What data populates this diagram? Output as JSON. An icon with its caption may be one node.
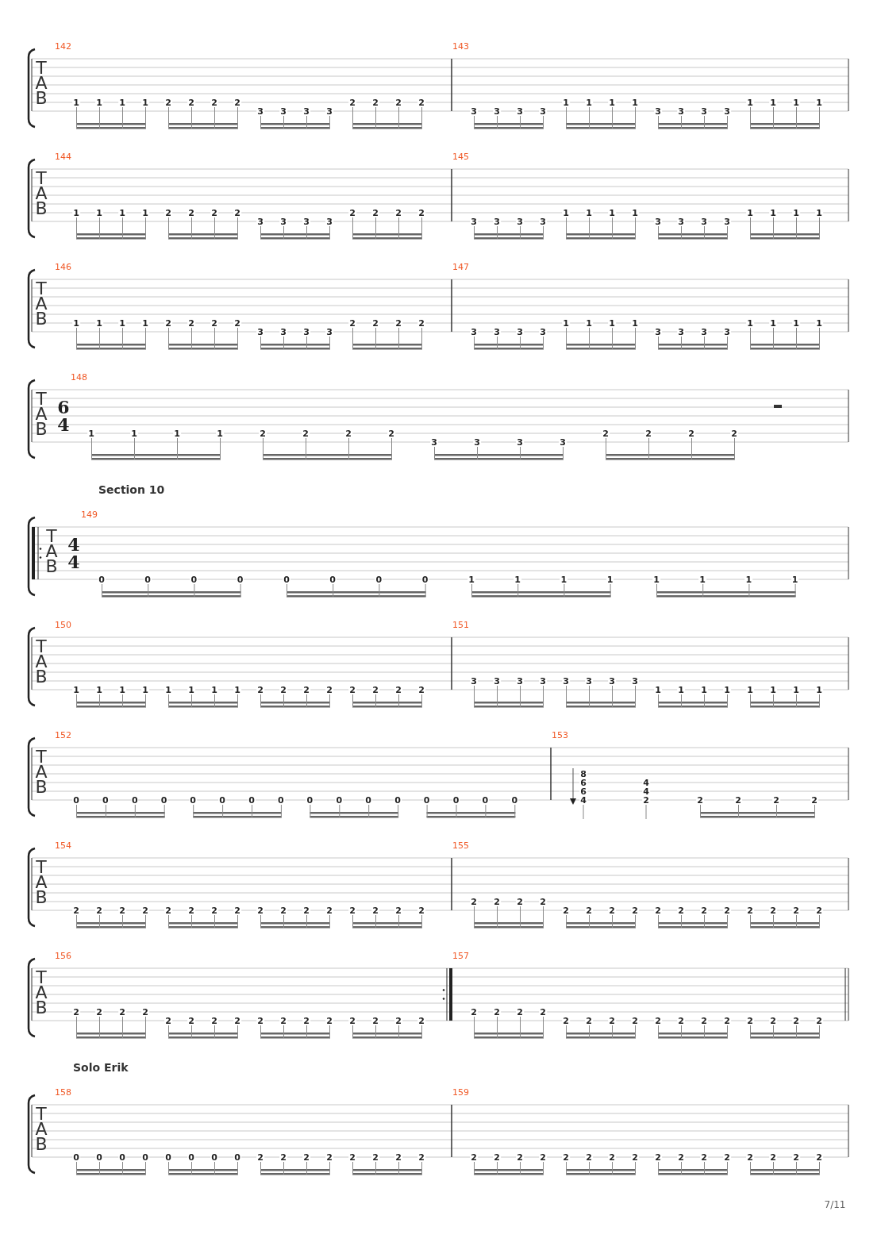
{
  "diagram": {
    "labels": [
      "142",
      "T",
      "A",
      "B",
      "1",
      "1",
      "1",
      "1",
      "2",
      "2",
      "2",
      "2",
      "3",
      "3",
      "3",
      "3",
      "2",
      "2",
      "2",
      "2",
      "143",
      "3",
      "3",
      "3",
      "3",
      "1",
      "1",
      "1",
      "1",
      "3",
      "3",
      "3",
      "3",
      "1",
      "1",
      "1",
      "1",
      "144",
      "T",
      "A",
      "B",
      "1",
      "1",
      "1",
      "1",
      "2",
      "2",
      "2",
      "2",
      "3",
      "3",
      "3",
      "3",
      "2",
      "2",
      "2",
      "2",
      "145",
      "3",
      "3",
      "3",
      "3",
      "1",
      "1",
      "1",
      "1",
      "3",
      "3",
      "3",
      "3",
      "1",
      "1",
      "1",
      "1",
      "146",
      "T",
      "A",
      "B",
      "1",
      "1",
      "1",
      "1",
      "2",
      "2",
      "2",
      "2",
      "3",
      "3",
      "3",
      "3",
      "2",
      "2",
      "2",
      "2",
      "147",
      "3",
      "3",
      "3",
      "3",
      "1",
      "1",
      "1",
      "1",
      "3",
      "3",
      "3",
      "3",
      "1",
      "1",
      "1",
      "1",
      "148",
      "T",
      "A",
      "B",
      "6",
      "4",
      "1",
      "1",
      "1",
      "1",
      "2",
      "2",
      "2",
      "2",
      "3",
      "3",
      "3",
      "3",
      "2",
      "2",
      "2",
      "2",
      "Section 10",
      "149",
      "T",
      "A",
      "B",
      "4",
      "4",
      "0",
      "0",
      "0",
      "0",
      "0",
      "0",
      "0",
      "0",
      "1",
      "1",
      "1",
      "1",
      "1",
      "1",
      "1",
      "1",
      "150",
      "T",
      "A",
      "B",
      "1",
      "1",
      "1",
      "1",
      "1",
      "1",
      "1",
      "1",
      "2",
      "2",
      "2",
      "2",
      "2",
      "2",
      "2",
      "2",
      "151",
      "3",
      "3",
      "3",
      "3",
      "3",
      "3",
      "3",
      "3",
      "1",
      "1",
      "1",
      "1",
      "1",
      "1",
      "1",
      "1",
      "152",
      "T",
      "A",
      "B",
      "0",
      "0",
      "0",
      "0",
      "0",
      "0",
      "0",
      "0",
      "0",
      "0",
      "0",
      "0",
      "0",
      "0",
      "0",
      "0",
      "153",
      "8",
      "6",
      "6",
      "4",
      "4",
      "4",
      "2",
      "2",
      "2",
      "2",
      "2",
      "154",
      "T",
      "A",
      "B",
      "2",
      "2",
      "2",
      "2",
      "2",
      "2",
      "2",
      "2",
      "2",
      "2",
      "2",
      "2",
      "2",
      "2",
      "2",
      "2",
      "155",
      "2",
      "2",
      "2",
      "2",
      "2",
      "2",
      "2",
      "2",
      "2",
      "2",
      "2",
      "2",
      "2",
      "2",
      "2",
      "2",
      "156",
      "T",
      "A",
      "B",
      "2",
      "2",
      "2",
      "2",
      "2",
      "2",
      "2",
      "2",
      "2",
      "2",
      "2",
      "2",
      "2",
      "2",
      "2",
      "2",
      "157",
      "2",
      "2",
      "2",
      "2",
      "2",
      "2",
      "2",
      "2",
      "2",
      "2",
      "2",
      "2",
      "2",
      "2",
      "2",
      "2",
      "Solo Erik",
      "158",
      "T",
      "A",
      "B",
      "0",
      "0",
      "0",
      "0",
      "0",
      "0",
      "0",
      "0",
      "2",
      "2",
      "2",
      "2",
      "2",
      "2",
      "2",
      "2",
      "159",
      "2",
      "2",
      "2",
      "2",
      "2",
      "2",
      "2",
      "2",
      "2",
      "2",
      "2",
      "2",
      "2",
      "2",
      "2",
      "2",
      "7/11"
    ]
  }
}
